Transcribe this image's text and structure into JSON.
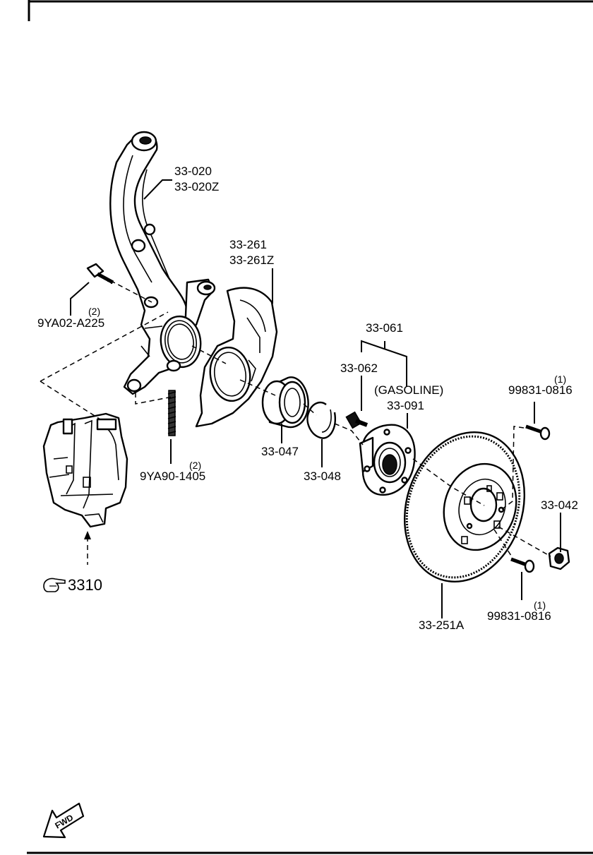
{
  "parts": {
    "knuckle": [
      "33-020",
      "33-020Z"
    ],
    "dust_cover": [
      "33-261",
      "33-261Z"
    ],
    "hub_assy": "33-061",
    "hub_bolt": "33-062",
    "gasoline_note": "(GASOLINE)",
    "hub": "33-091",
    "bearing": "33-047",
    "snap_ring": "33-048",
    "disc_plate": "33-251A",
    "lock_nut": "33-042",
    "knuckle_bolt": "9YA02-A225",
    "knuckle_bolt_qty": "(2)",
    "stud_bolt": "9YA90-1405",
    "stud_bolt_qty": "(2)",
    "screw_upper": "99831-0816",
    "screw_upper_qty": "(1)",
    "screw_lower": "99831-0816",
    "screw_lower_qty": "(1)"
  },
  "reference": "3310",
  "fwd": "FWD"
}
